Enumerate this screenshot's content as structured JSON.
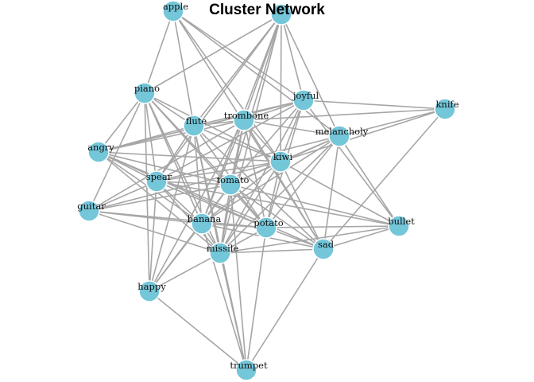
{
  "title": "Cluster Network",
  "colors": {
    "node_fill": "#74c6d9",
    "edge": "#a6a6a6",
    "background": "#ffffff"
  },
  "nodes": [
    {
      "id": "apple",
      "label": "apple"
    },
    {
      "id": "top",
      "label": ""
    },
    {
      "id": "piano",
      "label": "piano"
    },
    {
      "id": "joyful",
      "label": "joyful"
    },
    {
      "id": "knife",
      "label": "knife"
    },
    {
      "id": "flute",
      "label": "flute"
    },
    {
      "id": "trombone",
      "label": "trombone"
    },
    {
      "id": "melancholy",
      "label": "melancholy"
    },
    {
      "id": "angry",
      "label": "angry"
    },
    {
      "id": "kiwi",
      "label": "kiwi"
    },
    {
      "id": "spear",
      "label": "spear"
    },
    {
      "id": "tomato",
      "label": "tomato"
    },
    {
      "id": "guitar",
      "label": "guitar"
    },
    {
      "id": "banana",
      "label": "banana"
    },
    {
      "id": "potato",
      "label": "potato"
    },
    {
      "id": "bullet",
      "label": "bullet"
    },
    {
      "id": "sad",
      "label": "sad"
    },
    {
      "id": "missile",
      "label": "missile"
    },
    {
      "id": "happy",
      "label": "happy"
    },
    {
      "id": "trumpet",
      "label": "trumpet"
    }
  ],
  "edges": [
    [
      "apple",
      "joyful"
    ],
    [
      "apple",
      "flute"
    ],
    [
      "apple",
      "piano"
    ],
    [
      "apple",
      "melancholy"
    ],
    [
      "apple",
      "kiwi"
    ],
    [
      "apple",
      "sad"
    ],
    [
      "top",
      "piano"
    ],
    [
      "top",
      "trombone"
    ],
    [
      "top",
      "joyful"
    ],
    [
      "top",
      "melancholy"
    ],
    [
      "top",
      "kiwi"
    ],
    [
      "top",
      "flute"
    ],
    [
      "top",
      "tomato"
    ],
    [
      "top",
      "spear"
    ],
    [
      "top",
      "banana"
    ],
    [
      "top",
      "missile"
    ],
    [
      "piano",
      "angry"
    ],
    [
      "piano",
      "flute"
    ],
    [
      "piano",
      "spear"
    ],
    [
      "piano",
      "banana"
    ],
    [
      "piano",
      "potato"
    ],
    [
      "piano",
      "missile"
    ],
    [
      "piano",
      "tomato"
    ],
    [
      "piano",
      "kiwi"
    ],
    [
      "piano",
      "guitar"
    ],
    [
      "piano",
      "happy"
    ],
    [
      "joyful",
      "knife"
    ],
    [
      "joyful",
      "flute"
    ],
    [
      "joyful",
      "trombone"
    ],
    [
      "joyful",
      "kiwi"
    ],
    [
      "joyful",
      "tomato"
    ],
    [
      "joyful",
      "missile"
    ],
    [
      "joyful",
      "angry"
    ],
    [
      "joyful",
      "bullet"
    ],
    [
      "joyful",
      "spear"
    ],
    [
      "joyful",
      "potato"
    ],
    [
      "knife",
      "melancholy"
    ],
    [
      "knife",
      "kiwi"
    ],
    [
      "knife",
      "trombone"
    ],
    [
      "knife",
      "sad"
    ],
    [
      "flute",
      "trombone"
    ],
    [
      "flute",
      "kiwi"
    ],
    [
      "flute",
      "banana"
    ],
    [
      "flute",
      "missile"
    ],
    [
      "flute",
      "potato"
    ],
    [
      "flute",
      "sad"
    ],
    [
      "flute",
      "angry"
    ],
    [
      "flute",
      "spear"
    ],
    [
      "flute",
      "happy"
    ],
    [
      "flute",
      "trumpet"
    ],
    [
      "trombone",
      "kiwi"
    ],
    [
      "trombone",
      "melancholy"
    ],
    [
      "trombone",
      "angry"
    ],
    [
      "trombone",
      "tomato"
    ],
    [
      "trombone",
      "missile"
    ],
    [
      "trombone",
      "banana"
    ],
    [
      "trombone",
      "potato"
    ],
    [
      "trombone",
      "guitar"
    ],
    [
      "trombone",
      "sad"
    ],
    [
      "trombone",
      "happy"
    ],
    [
      "melancholy",
      "kiwi"
    ],
    [
      "melancholy",
      "tomato"
    ],
    [
      "melancholy",
      "bullet"
    ],
    [
      "melancholy",
      "potato"
    ],
    [
      "melancholy",
      "banana"
    ],
    [
      "melancholy",
      "missile"
    ],
    [
      "melancholy",
      "spear"
    ],
    [
      "melancholy",
      "sad"
    ],
    [
      "angry",
      "spear"
    ],
    [
      "angry",
      "tomato"
    ],
    [
      "angry",
      "banana"
    ],
    [
      "angry",
      "potato"
    ],
    [
      "angry",
      "kiwi"
    ],
    [
      "angry",
      "missile"
    ],
    [
      "angry",
      "sad"
    ],
    [
      "kiwi",
      "tomato"
    ],
    [
      "kiwi",
      "spear"
    ],
    [
      "kiwi",
      "banana"
    ],
    [
      "kiwi",
      "potato"
    ],
    [
      "kiwi",
      "missile"
    ],
    [
      "kiwi",
      "sad"
    ],
    [
      "kiwi",
      "guitar"
    ],
    [
      "kiwi",
      "bullet"
    ],
    [
      "spear",
      "tomato"
    ],
    [
      "spear",
      "banana"
    ],
    [
      "spear",
      "potato"
    ],
    [
      "spear",
      "missile"
    ],
    [
      "spear",
      "guitar"
    ],
    [
      "spear",
      "happy"
    ],
    [
      "spear",
      "bullet"
    ],
    [
      "tomato",
      "banana"
    ],
    [
      "tomato",
      "potato"
    ],
    [
      "tomato",
      "missile"
    ],
    [
      "tomato",
      "sad"
    ],
    [
      "tomato",
      "guitar"
    ],
    [
      "tomato",
      "happy"
    ],
    [
      "tomato",
      "trumpet"
    ],
    [
      "tomato",
      "bullet"
    ],
    [
      "guitar",
      "banana"
    ],
    [
      "guitar",
      "potato"
    ],
    [
      "guitar",
      "missile"
    ],
    [
      "banana",
      "potato"
    ],
    [
      "banana",
      "missile"
    ],
    [
      "banana",
      "sad"
    ],
    [
      "banana",
      "happy"
    ],
    [
      "banana",
      "trumpet"
    ],
    [
      "potato",
      "sad"
    ],
    [
      "potato",
      "bullet"
    ],
    [
      "potato",
      "missile"
    ],
    [
      "potato",
      "trumpet"
    ],
    [
      "bullet",
      "sad"
    ],
    [
      "bullet",
      "missile"
    ],
    [
      "sad",
      "missile"
    ],
    [
      "sad",
      "trumpet"
    ],
    [
      "missile",
      "happy"
    ],
    [
      "missile",
      "trumpet"
    ],
    [
      "happy",
      "trumpet"
    ]
  ]
}
